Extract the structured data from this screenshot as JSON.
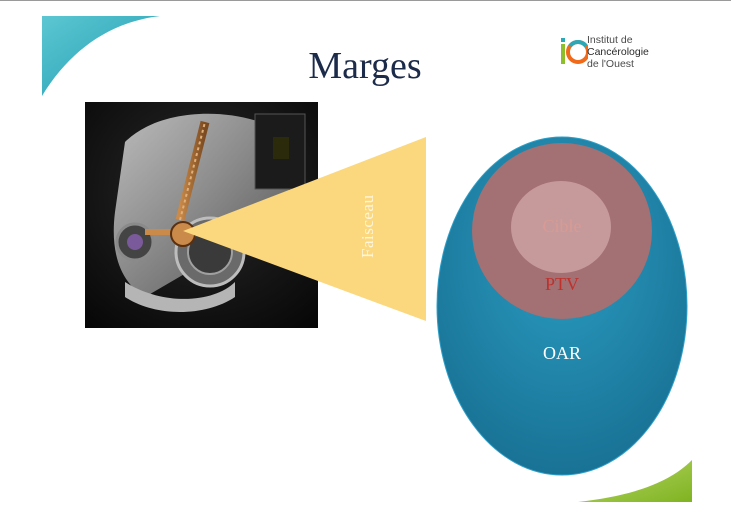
{
  "slide": {
    "title": "Marges"
  },
  "logo": {
    "line1": "Institut de",
    "line2": "Cancérologie",
    "line3": "de l'Ouest"
  },
  "diagram": {
    "beam_label": "Faisceau",
    "target_label": "Cible",
    "ptv_label": "PTV",
    "oar_label": "OAR"
  },
  "colors": {
    "accent_green": "#8cbf2a",
    "accent_teal": "#2aa8b8",
    "oar_blue": "#1d84a8",
    "ptv_red": "#c0312b",
    "beam_yellow": "#fbd77d"
  }
}
